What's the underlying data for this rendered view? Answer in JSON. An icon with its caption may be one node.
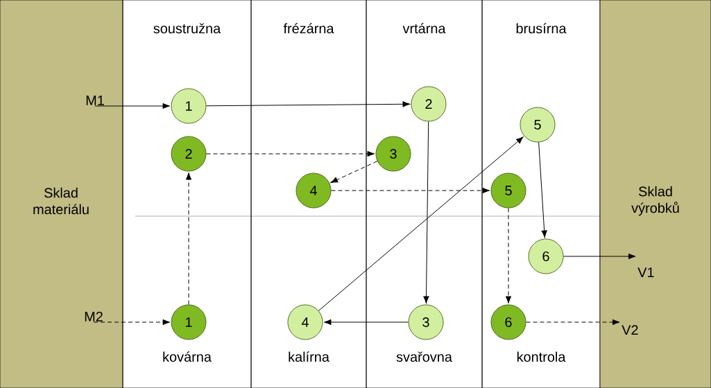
{
  "diagram": {
    "nodes": [
      {
        "text": [
          "Sklad materiálu"
        ]
      },
      {
        "text": [
          "soustružna",
          "kovárna"
        ]
      },
      {
        "text": [
          "frézárna",
          "kalírna"
        ]
      },
      {
        "text": [
          "vrtárna",
          "svařovna"
        ]
      },
      {
        "text": [
          "brusírna",
          "kontrola"
        ]
      },
      {
        "text": [
          "Sklad výrobků"
        ]
      },
      {
        "text": [
          "M1"
        ],
        "in": 0
      },
      {
        "text": [
          "1"
        ],
        "in": 1
      },
      {
        "text": [
          "2"
        ],
        "in": 3
      },
      {
        "text": [
          "5"
        ],
        "in": 4
      },
      {
        "text": [
          "2"
        ],
        "in": 1
      },
      {
        "text": [
          "3"
        ],
        "in": 3
      },
      {
        "text": [
          "4"
        ],
        "in": 2
      },
      {
        "text": [
          "5"
        ],
        "in": 4
      },
      {
        "text": [
          "6"
        ],
        "in": 4
      },
      {
        "text": [
          "V1"
        ],
        "in": 5
      },
      {
        "text": [
          "M2"
        ],
        "in": 0
      },
      {
        "text": [
          "1"
        ],
        "in": 1
      },
      {
        "text": [
          "4"
        ],
        "in": 2
      },
      {
        "text": [
          "3"
        ],
        "in": 3
      },
      {
        "text": [
          "6"
        ],
        "in": 4
      },
      {
        "text": [
          "V2"
        ],
        "in": 5
      }
    ],
    "edges": [
      {
        "from": 6,
        "to": 7,
        "arrow": "to"
      },
      {
        "from": 7,
        "to": 8,
        "arrow": "to"
      },
      {
        "from": 8,
        "to": 19,
        "arrow": "to"
      },
      {
        "from": 19,
        "to": 18,
        "arrow": "to"
      },
      {
        "from": 18,
        "to": 9,
        "arrow": "to"
      },
      {
        "from": 9,
        "to": 14,
        "arrow": "to"
      },
      {
        "from": 14,
        "to": 15,
        "arrow": "to"
      },
      {
        "from": 16,
        "to": 17,
        "arrow": "to",
        "style": "dashed"
      },
      {
        "from": 17,
        "to": 10,
        "arrow": "to",
        "style": "dashed"
      },
      {
        "from": 10,
        "to": 11,
        "arrow": "to",
        "style": "dashed"
      },
      {
        "from": 11,
        "to": 12,
        "arrow": "to",
        "style": "dashed"
      },
      {
        "from": 12,
        "to": 13,
        "arrow": "to",
        "style": "dashed"
      },
      {
        "from": 13,
        "to": 20,
        "arrow": "to",
        "style": "dashed"
      },
      {
        "from": 20,
        "to": 21,
        "arrow": "to",
        "style": "dashed"
      }
    ]
  }
}
